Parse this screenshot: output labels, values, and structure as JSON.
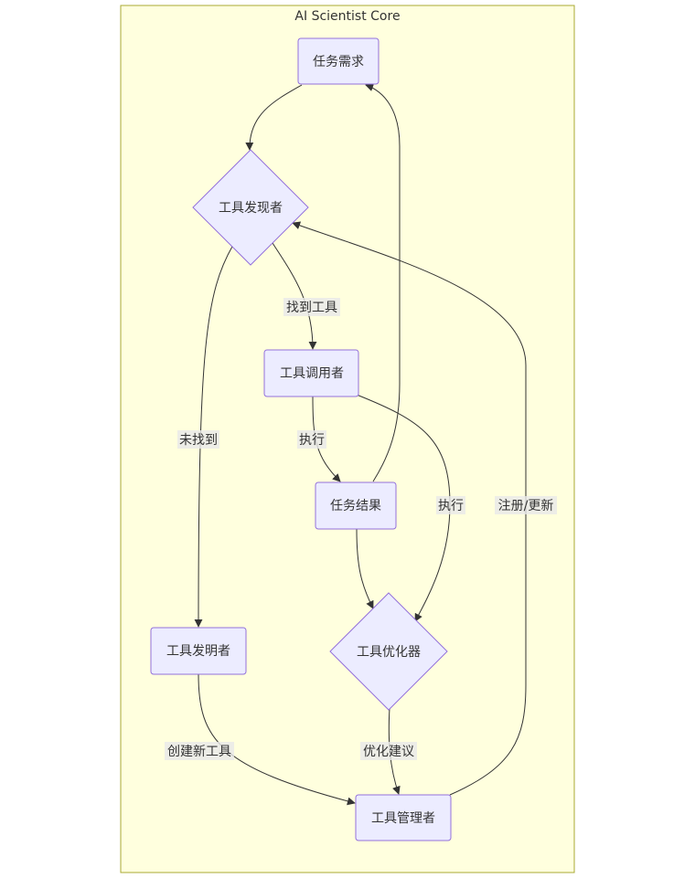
{
  "cluster": {
    "title": "AI Scientist Core"
  },
  "nodes": {
    "task_requirement": "任务需求",
    "tool_discoverer": "工具发现者",
    "tool_caller": "工具调用者",
    "task_result": "任务结果",
    "tool_inventor": "工具发明者",
    "tool_optimizer": "工具优化器",
    "tool_manager": "工具管理者"
  },
  "edges": {
    "found_tool": "找到工具",
    "not_found": "未找到",
    "execute_1": "执行",
    "execute_2": "执行",
    "create_new_tool": "创建新工具",
    "optimization_suggestion": "优化建议",
    "register_update": "注册/更新"
  },
  "colors": {
    "cluster_fill": "#ffffde",
    "cluster_stroke": "#aaaa33",
    "node_fill": "#ececff",
    "node_stroke": "#9370db",
    "edge": "#333333",
    "label_bg": "#e8e8e8"
  }
}
